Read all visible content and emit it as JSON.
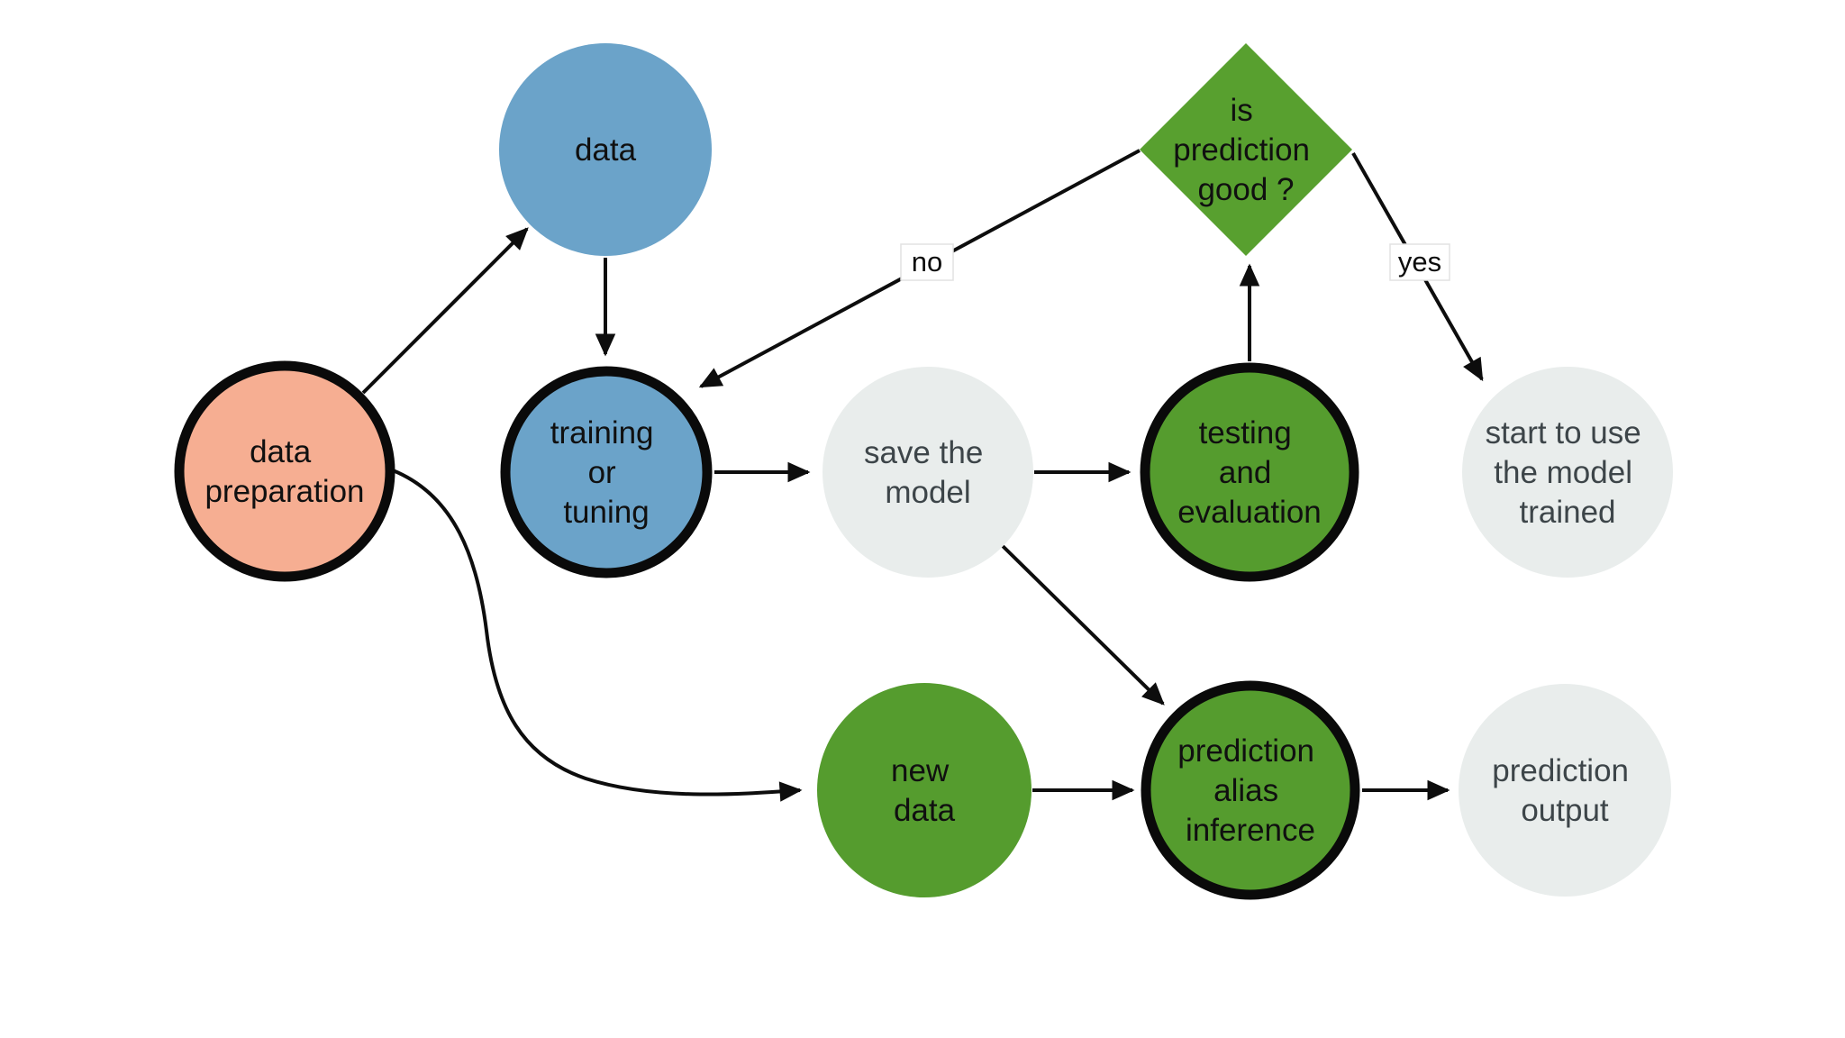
{
  "diagram": {
    "background": "#ffffff",
    "edge_color": "#0d0d0d",
    "node_border_color": "#0a0a0a"
  },
  "nodes": {
    "data_preparation": {
      "label": "data preparation",
      "lines": [
        "data",
        "preparation"
      ],
      "shape": "circle",
      "bordered": true,
      "fill": "#f6ae92"
    },
    "data": {
      "label": "data",
      "lines": [
        "data"
      ],
      "shape": "circle",
      "bordered": false,
      "fill": "#6ba3c9"
    },
    "training_or_tuning": {
      "label": "training or tuning",
      "lines": [
        "training",
        "or",
        "tuning"
      ],
      "shape": "circle",
      "bordered": true,
      "fill": "#6ba3c9"
    },
    "save_the_model": {
      "label": "save the model",
      "lines": [
        "save the",
        "model"
      ],
      "shape": "circle",
      "bordered": false,
      "fill": "#e9edec"
    },
    "testing_and_evaluation": {
      "label": "testing and evaluation",
      "lines": [
        "testing",
        "and",
        "evaluation"
      ],
      "shape": "circle",
      "bordered": true,
      "fill": "#559c2e"
    },
    "is_prediction_good": {
      "label": "is prediction good ?",
      "lines": [
        "is",
        "prediction",
        "good ?"
      ],
      "shape": "diamond",
      "bordered": false,
      "fill": "#58a02f"
    },
    "start_to_use_the_model_trained": {
      "label": "start to use the model trained",
      "lines": [
        "start to use",
        "the model",
        "trained"
      ],
      "shape": "circle",
      "bordered": false,
      "fill": "#e9edec"
    },
    "new_data": {
      "label": "new data",
      "lines": [
        "new",
        "data"
      ],
      "shape": "circle",
      "bordered": false,
      "fill": "#559c2e"
    },
    "prediction_alias_inference": {
      "label": "prediction alias inference",
      "lines": [
        "prediction",
        "alias",
        "inference"
      ],
      "shape": "circle",
      "bordered": true,
      "fill": "#559c2e"
    },
    "prediction_output": {
      "label": "prediction output",
      "lines": [
        "prediction",
        "output"
      ],
      "shape": "circle",
      "bordered": false,
      "fill": "#e9edec"
    }
  },
  "edges": [
    {
      "from": "data_preparation",
      "to": "data",
      "label": ""
    },
    {
      "from": "data",
      "to": "training_or_tuning",
      "label": ""
    },
    {
      "from": "training_or_tuning",
      "to": "save_the_model",
      "label": ""
    },
    {
      "from": "save_the_model",
      "to": "testing_and_evaluation",
      "label": ""
    },
    {
      "from": "testing_and_evaluation",
      "to": "is_prediction_good",
      "label": ""
    },
    {
      "from": "is_prediction_good",
      "to": "training_or_tuning",
      "label": "no"
    },
    {
      "from": "is_prediction_good",
      "to": "start_to_use_the_model_trained",
      "label": "yes"
    },
    {
      "from": "save_the_model",
      "to": "prediction_alias_inference",
      "label": ""
    },
    {
      "from": "data_preparation",
      "to": "new_data",
      "label": ""
    },
    {
      "from": "new_data",
      "to": "prediction_alias_inference",
      "label": ""
    },
    {
      "from": "prediction_alias_inference",
      "to": "prediction_output",
      "label": ""
    }
  ]
}
